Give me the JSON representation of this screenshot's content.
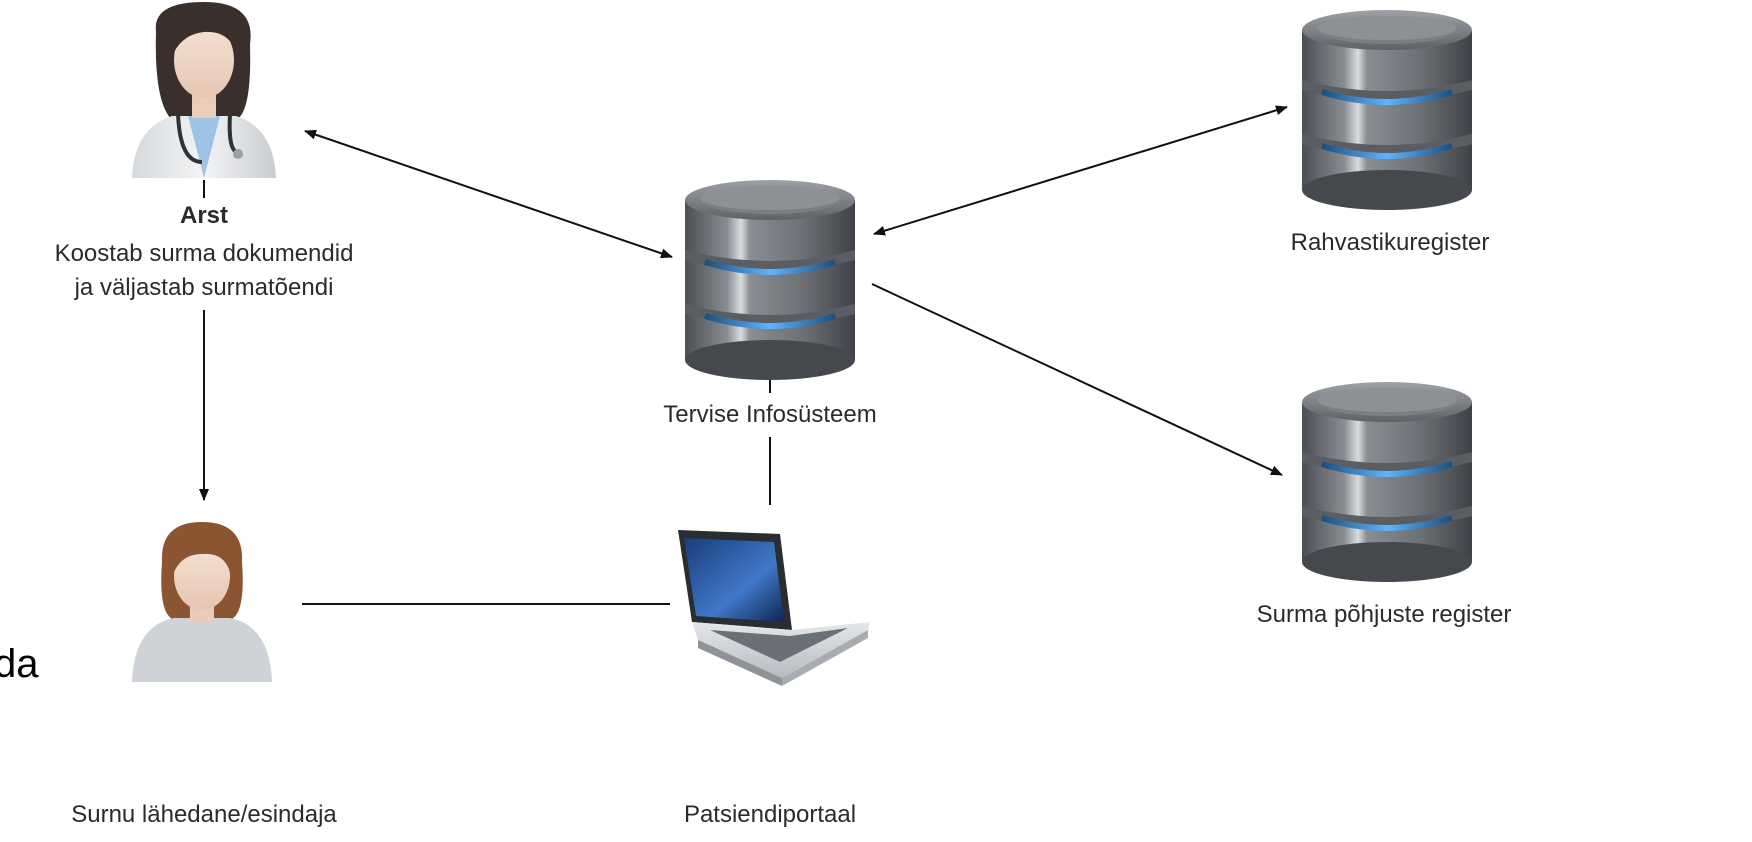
{
  "nodes": {
    "doctor": {
      "title": "Arst",
      "desc_line1": "Koostab surma dokumendid",
      "desc_line2": "ja väljastab surmatõendi",
      "icon": "doctor-icon"
    },
    "relative": {
      "label": "Surnu lähedane/esindaja",
      "icon": "person-icon"
    },
    "his": {
      "label": "Tervise Infosüsteem",
      "icon": "database-icon"
    },
    "portal": {
      "label": "Patsiendiportaal",
      "icon": "laptop-icon"
    },
    "population_register": {
      "label": "Rahvastikuregister",
      "icon": "database-icon"
    },
    "death_cause_register": {
      "label": "Surma põhjuste register",
      "icon": "database-icon"
    }
  },
  "fragment_text": "da",
  "colors": {
    "line": "#111111",
    "db_body": "#6f7378",
    "db_glow": "#3b8fd6"
  }
}
